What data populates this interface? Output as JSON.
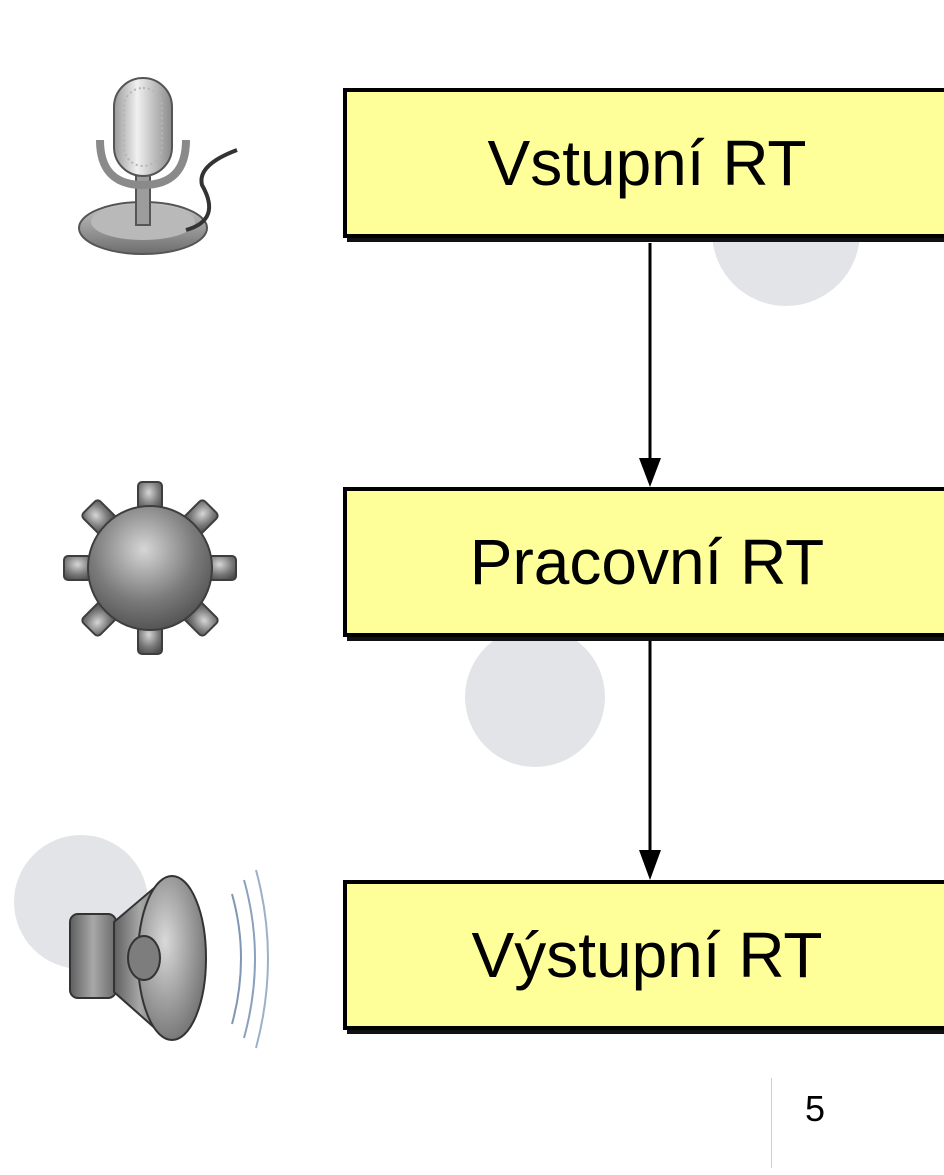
{
  "diagram": {
    "nodes": [
      {
        "id": "input",
        "label": "Vstupní RT",
        "icon": "microphone-icon"
      },
      {
        "id": "work",
        "label": "Pracovní RT",
        "icon": "gear-icon"
      },
      {
        "id": "output",
        "label": "Výstupní RT",
        "icon": "speaker-icon"
      }
    ],
    "edges": [
      {
        "from": "input",
        "to": "work"
      },
      {
        "from": "work",
        "to": "output"
      }
    ]
  },
  "footer": {
    "page_number": "5"
  },
  "colors": {
    "box_fill": "#ffff99",
    "box_border": "#000000",
    "decor_circle": "#e3e4e8"
  }
}
